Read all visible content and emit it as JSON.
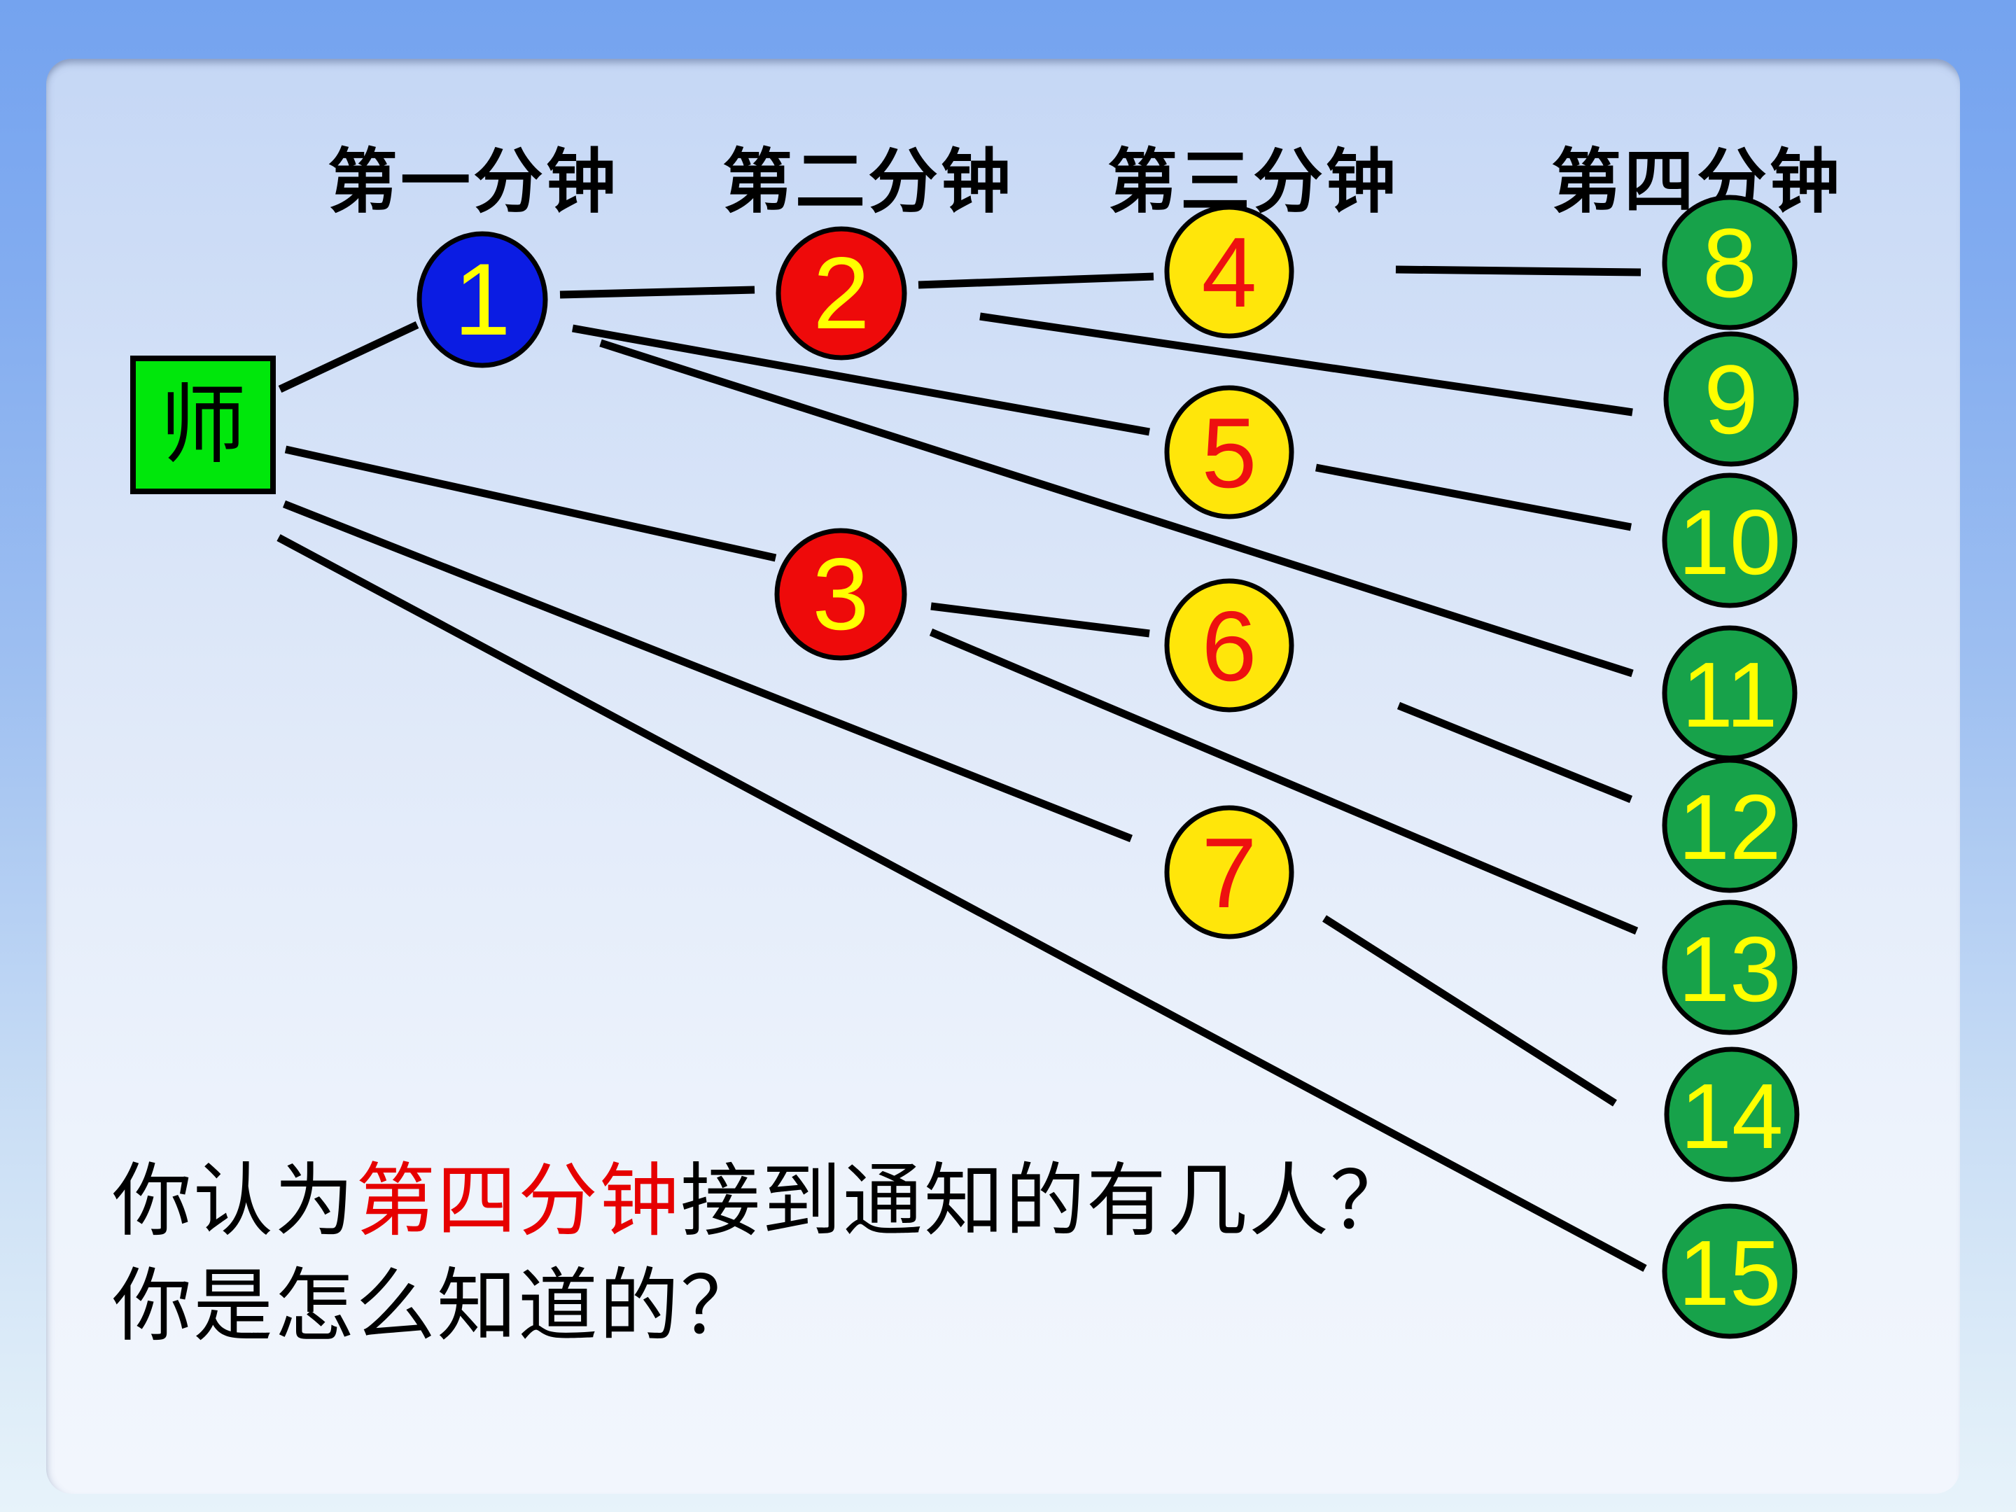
{
  "slide": {
    "background_outer_top": "#74A3EF",
    "background_outer_bottom": "#E7F3FA",
    "panel_top": "#C5D7F5",
    "panel_bottom": "#F2F6FD"
  },
  "headers": {
    "minute1": "第一分钟",
    "minute2": "第二分钟",
    "minute3": "第三分钟",
    "minute4": "第四分钟"
  },
  "tree": {
    "root": {
      "label": "师"
    },
    "nodes": {
      "n1": "1",
      "n2": "2",
      "n3": "3",
      "n4": "4",
      "n5": "5",
      "n6": "6",
      "n7": "7",
      "n8": "8",
      "n9": "9",
      "n10": "10",
      "n11": "11",
      "n12": "12",
      "n13": "13",
      "n14": "14",
      "n15": "15"
    },
    "minutes": {
      "minute1_nodes": [
        "1"
      ],
      "minute2_nodes": [
        "2",
        "3"
      ],
      "minute3_nodes": [
        "4",
        "5",
        "6",
        "7"
      ],
      "minute4_nodes": [
        "8",
        "9",
        "10",
        "11",
        "12",
        "13",
        "14",
        "15"
      ]
    },
    "edges": [
      [
        "师",
        "1"
      ],
      [
        "1",
        "2"
      ],
      [
        "师",
        "3"
      ],
      [
        "2",
        "4"
      ],
      [
        "1",
        "5"
      ],
      [
        "3",
        "6"
      ],
      [
        "师",
        "7"
      ],
      [
        "4",
        "8"
      ],
      [
        "2",
        "9"
      ],
      [
        "5",
        "10"
      ],
      [
        "1",
        "11"
      ],
      [
        "6",
        "12"
      ],
      [
        "3",
        "13"
      ],
      [
        "7",
        "14"
      ],
      [
        "师",
        "15"
      ]
    ],
    "colors": {
      "root_fill": "#00E70B",
      "minute1_fill": "#0B1CE3",
      "minute2_fill": "#EE0A0A",
      "minute3_fill": "#FFE60A",
      "minute4_fill": "#17A24A",
      "num_on_blue": "#FFFF00",
      "num_on_red": "#FFFF00",
      "num_on_yellow": "#EE1010",
      "num_on_green": "#FFFF00",
      "edge_color": "#000000"
    }
  },
  "question": {
    "line1_prefix": "你认为",
    "line1_highlight": "第四分钟",
    "line1_suffix": "接到通知的有几人？",
    "line2": "你是怎么知道的？",
    "highlight_color": "#E60000"
  }
}
